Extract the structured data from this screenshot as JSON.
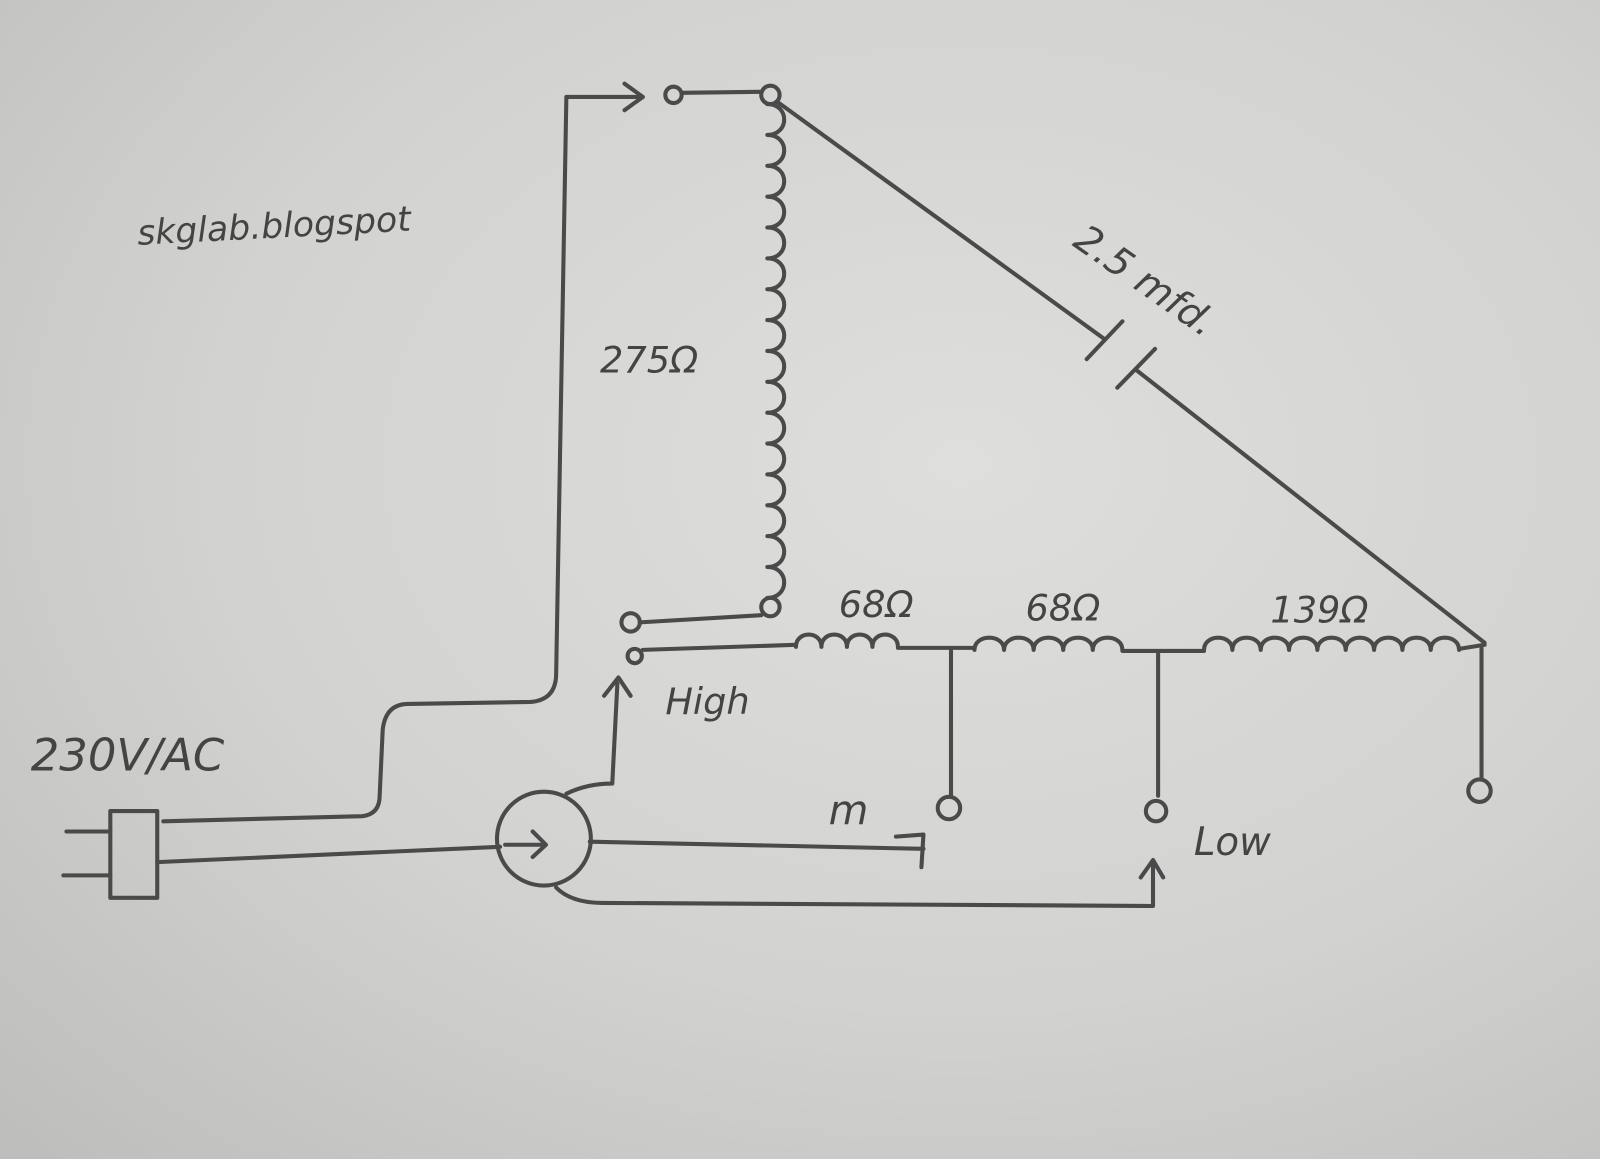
{
  "watermark": "skglab.blogspot",
  "supply_label": "230V/AC",
  "components": {
    "starting_winding": "275Ω",
    "capacitor": "2.5 mfd.",
    "coil1": "68Ω",
    "coil2": "68Ω",
    "coil3": "139Ω"
  },
  "switch_positions": {
    "high": "High",
    "medium": "m",
    "low": "Low"
  },
  "colors": {
    "ink": "#4a4a4a",
    "paper": "#d6d6d4"
  }
}
